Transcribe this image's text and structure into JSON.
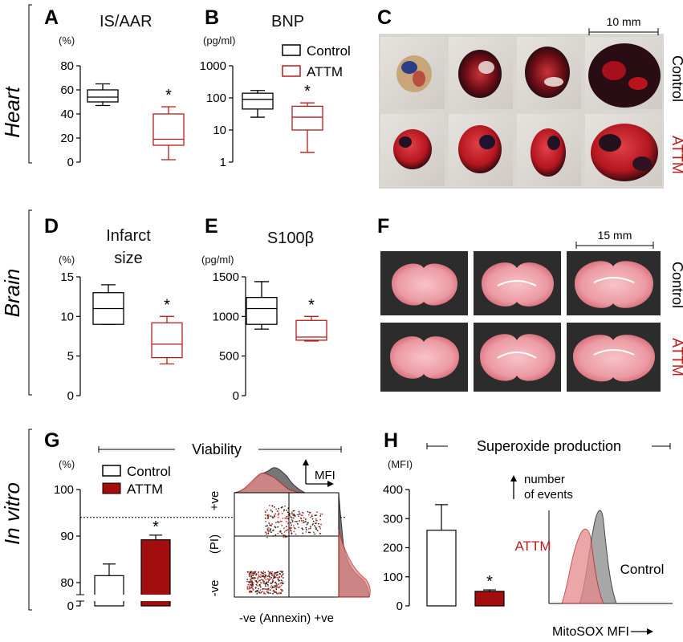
{
  "colors": {
    "control": "#000000",
    "attm": "#b91c1c",
    "attm_fill": "#a30d0d",
    "grid": "#000000"
  },
  "rows": {
    "heart": "Heart",
    "brain": "Brain",
    "in_vitro": "In vitro"
  },
  "panels": {
    "A": "A",
    "B": "B",
    "C": "C",
    "D": "D",
    "E": "E",
    "F": "F",
    "G": "G",
    "H": "H"
  },
  "legend": {
    "control": "Control",
    "attm": "ATTM"
  },
  "photo_labels": {
    "C_scale": "10 mm",
    "C_top": "Control",
    "C_bottom": "ATTM",
    "F_scale": "15 mm",
    "F_top": "Control",
    "F_bottom": "ATTM"
  },
  "G_header": "Viability",
  "H_header": "Superoxide production",
  "flow_G": {
    "mfi": "MFI",
    "y_pos": "+ve",
    "y_mid": "(PI)",
    "y_neg": "-ve",
    "x_label": "-ve (Annexin) +ve"
  },
  "flow_H": {
    "events_1": "number",
    "events_2": "of events",
    "attm": "ATTM",
    "control": "Control",
    "x_label": "MitoSOX MFI"
  },
  "chart_data": [
    {
      "panel": "A",
      "type": "box",
      "title": "IS/AAR",
      "ylabel": "(%)",
      "ylim": [
        0,
        80
      ],
      "yticks": [
        "0",
        "20",
        "40",
        "60",
        "80"
      ],
      "series": [
        {
          "name": "Control",
          "whisker_low": 47,
          "q1": 50,
          "median": 54,
          "q3": 60,
          "whisker_high": 65
        },
        {
          "name": "ATTM",
          "whisker_low": 2,
          "q1": 14,
          "median": 19,
          "q3": 40,
          "whisker_high": 46
        }
      ],
      "significance": "*"
    },
    {
      "panel": "B",
      "type": "box",
      "scale": "log",
      "title": "BNP",
      "ylabel": "(pg/ml)",
      "ylim": [
        1,
        1000
      ],
      "yticks": [
        "1",
        "10",
        "100",
        "1000"
      ],
      "series": [
        {
          "name": "Control",
          "whisker_low": 25,
          "q1": 45,
          "median": 90,
          "q3": 140,
          "whisker_high": 170
        },
        {
          "name": "ATTM",
          "whisker_low": 2,
          "q1": 10,
          "median": 25,
          "q3": 55,
          "whisker_high": 70
        }
      ],
      "significance": "*"
    },
    {
      "panel": "D",
      "type": "box",
      "title": "Infarct size",
      "title_lines": [
        "Infarct",
        "size"
      ],
      "ylabel": "(%)",
      "ylim": [
        0,
        15
      ],
      "yticks": [
        "0",
        "5",
        "10",
        "15"
      ],
      "series": [
        {
          "name": "Control",
          "whisker_low": 9,
          "q1": 9,
          "median": 11,
          "q3": 13,
          "whisker_high": 14
        },
        {
          "name": "ATTM",
          "whisker_low": 4,
          "q1": 4.8,
          "median": 6.5,
          "q3": 9.2,
          "whisker_high": 10
        }
      ],
      "significance": "*"
    },
    {
      "panel": "E",
      "type": "box",
      "title": "S100β",
      "ylabel": "(pg/ml)",
      "ylim": [
        0,
        1500
      ],
      "yticks": [
        "0",
        "500",
        "1000",
        "1500"
      ],
      "series": [
        {
          "name": "Control",
          "whisker_low": 840,
          "q1": 900,
          "median": 1100,
          "q3": 1240,
          "whisker_high": 1440
        },
        {
          "name": "ATTM",
          "whisker_low": 690,
          "q1": 700,
          "median": 740,
          "q3": 950,
          "whisker_high": 1000
        }
      ],
      "significance": "*"
    },
    {
      "panel": "G",
      "type": "bar",
      "ylabel": "(%)",
      "ylim": [
        75,
        100
      ],
      "axis_break": true,
      "yticks": [
        "0",
        "80",
        "90",
        "100"
      ],
      "reference_line": 94,
      "categories": [
        "Control",
        "ATTM"
      ],
      "values": [
        81.5,
        89.2
      ],
      "errors": [
        2.5,
        1.0
      ],
      "significance": "*"
    },
    {
      "panel": "H",
      "type": "bar",
      "ylabel": "(MFI)",
      "ylim": [
        0,
        400
      ],
      "yticks": [
        "0",
        "100",
        "200",
        "300",
        "400"
      ],
      "categories": [
        "Control",
        "ATTM"
      ],
      "values": [
        260,
        50
      ],
      "errors": [
        88,
        5
      ],
      "significance": "*"
    }
  ]
}
